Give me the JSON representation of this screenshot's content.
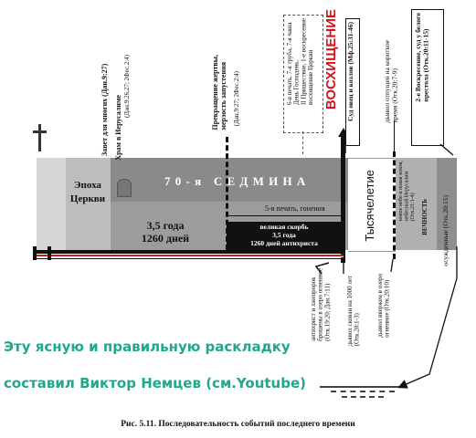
{
  "diagram": {
    "cross": "✝",
    "church_age": "Эпоха\nЦеркви",
    "seventieth_week": "7 0 - я   С Е Д М И Н А",
    "left_half": "3,5 года\n1260 дней",
    "great_tribulation": "великая скорбь\n3,5 года\n1260 дней антихриста",
    "fifth_seal": "5-я печать, гонения",
    "millennium": "Тысячелетие",
    "covenant": "Завет для многих (Дан.9:27)",
    "temple": "Храм в Иерусалиме",
    "temple_ref": "(Дан.9:26,27; 2Фес.2:4)",
    "sacrifice": "Прекращение жертвы,\nмерзость запустения",
    "sacrifice_ref": "(Дан.9:27; 2Фес.2:4)",
    "seals": "6-я печать, 7-я труба, 7-я чаша\nДень Господень,\nII Пришествие, 1-е воскресение\nвосхищение Церкви",
    "rapture": "ВОСХИЩЕНИЕ",
    "sheep_goats": "Суд овец и козлов (Мф.25:31-46)",
    "devil_released": "дьявол отпущен на короткое\nвремя (Отк.20:7-9)",
    "white_throne": "2-е Воскресение, суд у белого\nпрестола (Отк.20:11-15)",
    "new_heaven": "новое небо и новая земля,\nнебесный Иерусалим\n(Отк.21:1-4)",
    "eternity": "ВЕЧНОСТЬ",
    "condemned": "осужденные (Отк.20:15)",
    "antichrist": "антихрист и лжепророк\nброшены в озеро огненное\n(Отк.19:20; Дан.7:11)",
    "devil_bound": "дьявол скован на 1000 лет\n(Отк.20:1-3)",
    "devil_cast": "дьявол ввержен в озеро\nогненное (Отк.20:10)",
    "credit_line1": "Эту ясную и правильную раскладку",
    "credit_line2": "составил Виктор Немцев (см.Youtube)",
    "caption": "Рис. 5.11. Последовательность событий последнего времени"
  },
  "colors": {
    "light_gray": "#c9c9c9",
    "mid_gray": "#9c9c9c",
    "dark_gray": "#5e5e5e",
    "black": "#111111",
    "teal": "#1fa88a",
    "red": "#d4141c"
  }
}
